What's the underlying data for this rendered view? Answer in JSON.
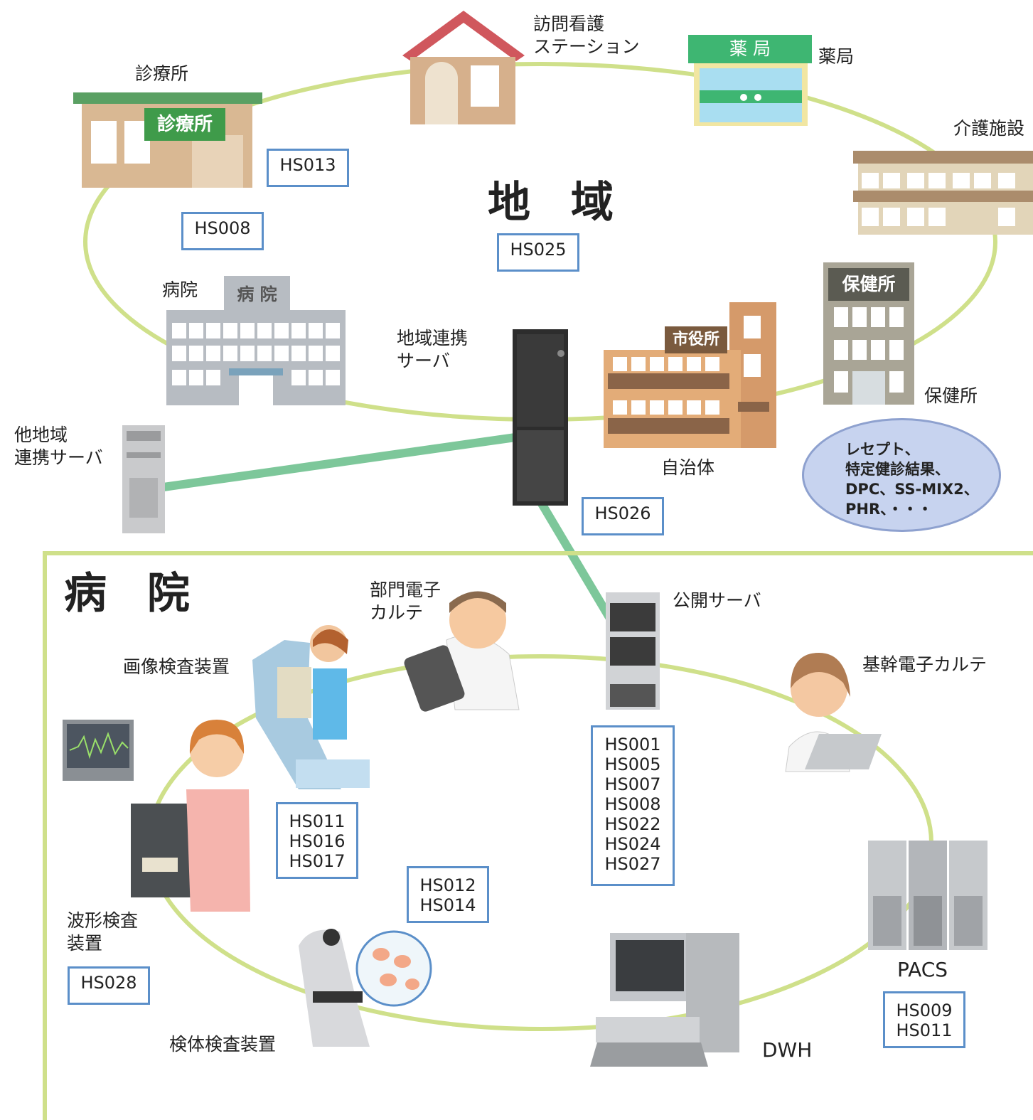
{
  "region": {
    "title": "地 域",
    "nodes": {
      "clinic": "診療所",
      "clinic_sign": "診療所",
      "nursing": "訪問看護\nステーション",
      "pharmacy": "薬局",
      "pharmacy_sign": "薬 局",
      "care": "介護施設",
      "hospital": "病院",
      "hospital_sign": "病 院",
      "server": "地域連携\nサーバ",
      "other_server": "他地域\n連携サーバ",
      "cityhall_sign": "市役所",
      "municipality": "自治体",
      "health_center_sign": "保健所",
      "health_center": "保健所"
    },
    "note": "レセプト、\n特定健診結果、\nDPC、SS-MIX2、\nPHR、・・・",
    "hs": {
      "clinic_a": "HS013",
      "clinic_b": "HS008",
      "region": "HS025",
      "server": "HS026"
    }
  },
  "hospital": {
    "title": "病 院",
    "nodes": {
      "dept_emr": "部門電子\nカルテ",
      "public_server": "公開サーバ",
      "imaging": "画像検査装置",
      "core_emr": "基幹電子カルテ",
      "waveform": "波形検査\n装置",
      "specimen": "検体検査装置",
      "pacs": "PACS",
      "dwh": "DWH"
    },
    "hs": {
      "public_server": "HS001\nHS005\nHS007\nHS008\nHS022\nHS024\nHS027",
      "imaging": "HS011\nHS016\nHS017",
      "specimen": "HS012\nHS014",
      "waveform": "HS028",
      "pacs": "HS009\nHS011"
    }
  },
  "colors": {
    "ring": "#cfe08a",
    "link": "#7dc79a",
    "box_border": "#5b8fc9",
    "note_fill": "#c7d3ef"
  }
}
